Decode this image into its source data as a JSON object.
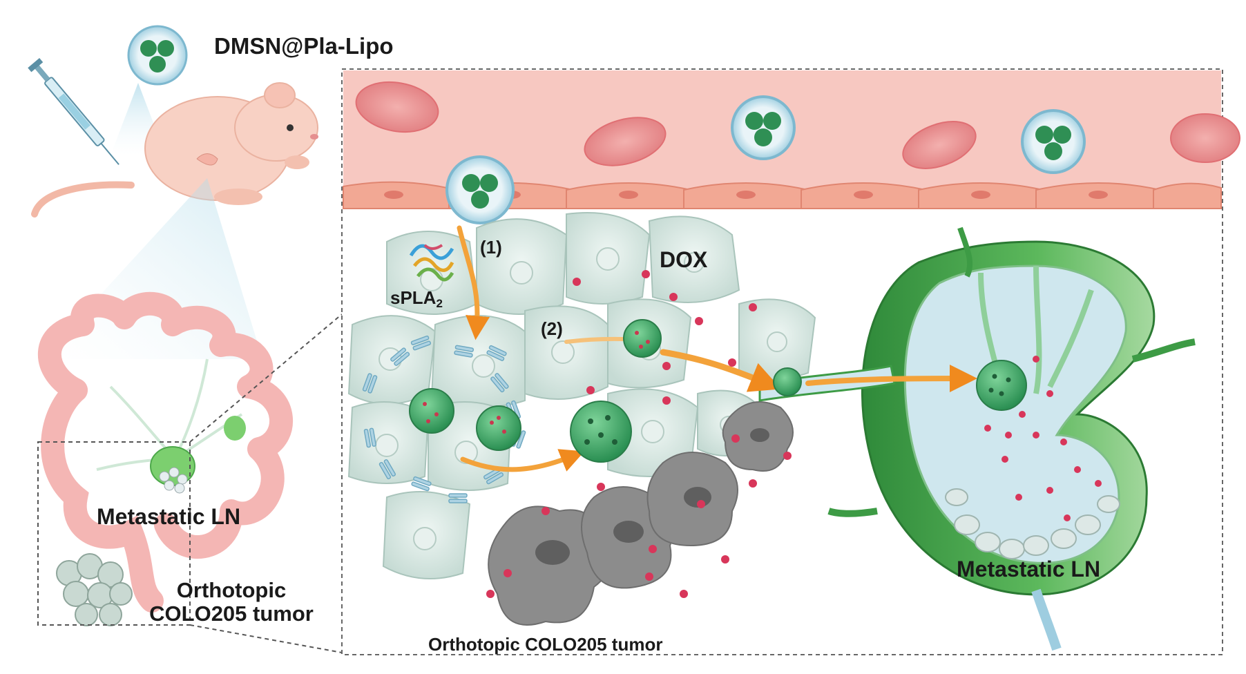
{
  "labels": {
    "formulation": "DMSN@Pla-Lipo",
    "drug": "DOX",
    "step1": "(1)",
    "step2": "(2)",
    "enzyme_main": "sPLA",
    "enzyme_sub": "2",
    "metastatic_ln_left": "Metastatic LN",
    "tumor_left_line1": "Orthotopic",
    "tumor_left_line2": "COLO205 tumor",
    "metastatic_ln_right": "Metastatic LN",
    "tumor_bottom": "Orthotopic COLO205 tumor"
  },
  "colors": {
    "vessel": "#f4b5ad",
    "red_blood_cell": "#e98a8a",
    "endothelium": "#f2a894",
    "tumor_cell": "#d6e6e1",
    "nanoparticle": "#3fae6a",
    "dox": "#d8365a",
    "arrow": "#f3a23a",
    "lymph_node": "#3d9b45",
    "intestine": "#f4b6b4",
    "mouse": "#f7cdbe",
    "dead_cell": "#8c8c8c"
  },
  "icons": [
    "syringe-icon",
    "mouse-icon",
    "liposome-icon",
    "enzyme-icon",
    "intestine-icon",
    "lymph-node-icon"
  ]
}
